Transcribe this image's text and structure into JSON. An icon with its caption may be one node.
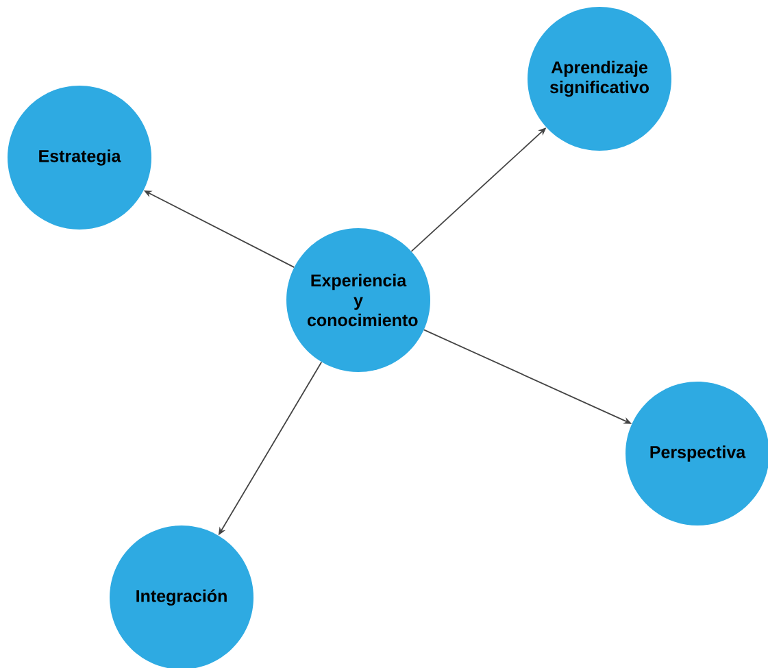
{
  "diagram": {
    "nodes": [
      {
        "text": [
          "Aprendizaje significativo"
        ]
      },
      {
        "text": [
          "Estrategia"
        ]
      },
      {
        "text": [
          "Experiencia y conocimiento"
        ]
      },
      {
        "text": [
          "Perspectiva"
        ]
      },
      {
        "text": [
          "Integración"
        ]
      }
    ],
    "edges": [
      {
        "from": 2,
        "to": 0,
        "arrow": "to"
      },
      {
        "from": 2,
        "to": 1,
        "arrow": "to"
      },
      {
        "from": 2,
        "to": 3,
        "arrow": "to"
      },
      {
        "from": 2,
        "to": 4,
        "arrow": "to"
      }
    ]
  }
}
